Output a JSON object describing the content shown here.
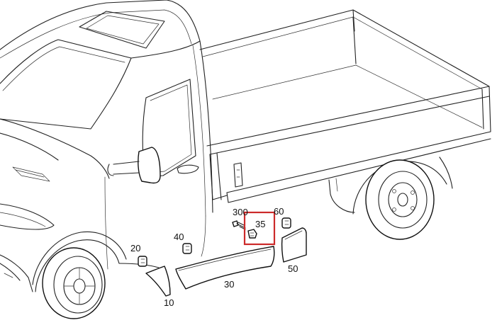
{
  "highlight_color": "#cc2a2a",
  "highlighted_part": "35",
  "parts": {
    "p10": "10",
    "p20": "20",
    "p30": "30",
    "p35": "35",
    "p40": "40",
    "p50": "50",
    "p60": "60",
    "p300": "300"
  }
}
